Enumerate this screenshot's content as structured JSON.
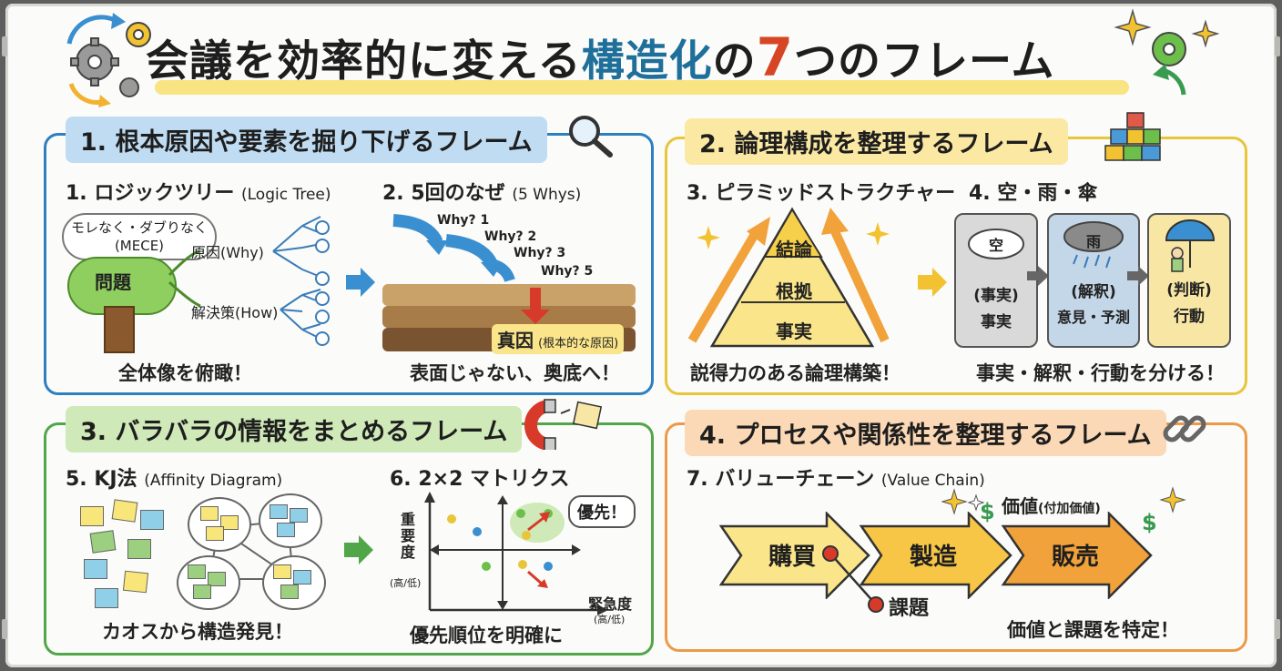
{
  "title": {
    "part1": "会議を効率的に変える",
    "part2": "構造化",
    "part3": "の",
    "part4": "7",
    "part5": "つのフレーム"
  },
  "panel1": {
    "title": "1. 根本原因や要素を掘り下げるフレーム",
    "logic_tree": {
      "heading": "1. ロジックツリー",
      "heading_en": "(Logic Tree)",
      "bubble_line1": "モレなく・ダブりなく",
      "bubble_line2": "(MECE)",
      "trunk_label": "問題",
      "branch1": "原因(Why)",
      "branch2": "解決策(How)",
      "caption": "全体像を俯瞰！"
    },
    "five_whys": {
      "heading": "2. 5回のなぜ",
      "heading_en": "(5 Whys)",
      "why1": "Why? 1",
      "why2": "Why? 2",
      "why3": "Why? 3",
      "why5": "Why? 5",
      "root": "真因",
      "root_note": "(根本的な原因)",
      "caption": "表面じゃない、奥底へ！"
    }
  },
  "panel2": {
    "title": "2. 論理構成を整理するフレーム",
    "pyramid": {
      "heading": "3. ピラミッドストラクチャー",
      "levels": [
        "結論",
        "根拠",
        "事実"
      ],
      "caption": "説得力のある論理構築！"
    },
    "sora_ame_kasa": {
      "heading": "4. 空・雨・傘",
      "boxes": [
        {
          "icon_text": "空",
          "label": "(事実)",
          "value": "事実",
          "color": "#d9d9d9"
        },
        {
          "icon_text": "雨",
          "label": "(解釈)",
          "value": "意見・予測",
          "color": "#c4d7e8"
        },
        {
          "icon_text": "",
          "label": "(判断)",
          "value": "行動",
          "color": "#f8e6a4"
        }
      ],
      "caption": "事実・解釈・行動を分ける！"
    }
  },
  "panel3": {
    "title": "3. バラバラの情報をまとめるフレーム",
    "kj": {
      "heading": "5. KJ法",
      "heading_en": "(Affinity Diagram)",
      "caption": "カオスから構造発見！"
    },
    "matrix": {
      "heading": "6. 2×2 マトリクス",
      "y_label": "重要度",
      "y_sub": "(高/低)",
      "x_label": "緊急度",
      "x_sub": "(高/低)",
      "badge": "優先！",
      "caption": "優先順位を明確に"
    }
  },
  "panel4": {
    "title": "4. プロセスや関係性を整理するフレーム",
    "value_chain": {
      "heading": "7. バリューチェーン",
      "heading_en": "(Value Chain)",
      "steps": [
        "購買",
        "製造",
        "販売"
      ],
      "value_label": "価値",
      "value_note": "(付加価値)",
      "issue_label": "課題",
      "caption": "価値と課題を特定！"
    }
  },
  "colors": {
    "blue_frame": "#2e7fc0",
    "yellow_frame": "#e9c53a",
    "green_frame": "#51a64a",
    "orange_frame": "#ec9a47",
    "title_accent": "#1e6f9a",
    "title_number": "#d64524"
  },
  "icons": [
    "gear-icon",
    "magnifier-icon",
    "blocks-icon",
    "magnet-icon",
    "chain-link-icon",
    "sparkle-icon",
    "umbrella-icon",
    "cloud-icon",
    "rain-cloud-icon",
    "dollar-icon"
  ]
}
